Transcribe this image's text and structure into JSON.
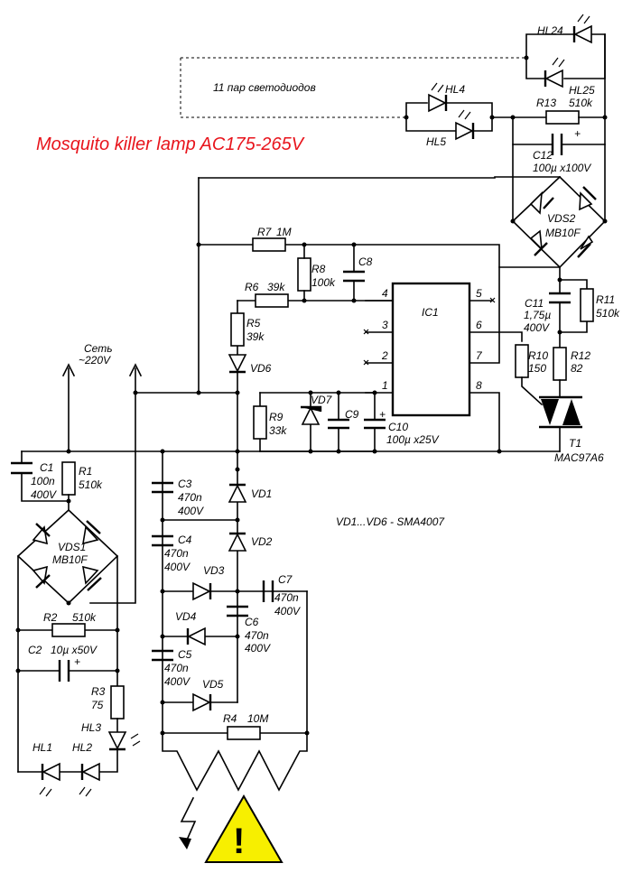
{
  "title": {
    "text": "Mosquito killer lamp AC175-265V",
    "color": "#e8141c"
  },
  "note_leds": "11 пар светодиодов",
  "note_vd": "VD1...VD6 - SMA4007",
  "mains": {
    "line1": "Сеть",
    "line2": "~220V"
  },
  "warning_color": "#f7ef00",
  "warning_mark": "!",
  "labels": {
    "HL24": "HL24",
    "HL25": "HL25",
    "HL4": "HL4",
    "HL5": "HL5",
    "R13": "R13",
    "R13v": "510k",
    "C12": "C12",
    "C12v": "100µ x100V",
    "plus": "+",
    "R7": "R7",
    "R7v": "1M",
    "R8": "R8",
    "R8v": "100k",
    "C8": "C8",
    "R6": "R6",
    "R6v": "39k",
    "R5": "R5",
    "R5v": "39k",
    "VD6": "VD6",
    "VD7": "VD7",
    "R9": "R9",
    "R9v": "33k",
    "C9": "C9",
    "C10": "C10",
    "C10v": "100µ x25V",
    "IC1": "IC1",
    "p1": "1",
    "p2": "2",
    "p3": "3",
    "p4": "4",
    "p5": "5",
    "p6": "6",
    "p7": "7",
    "p8": "8",
    "VDS2": "VDS2",
    "VDS2v": "MB10F",
    "C11": "C11",
    "C11v1": "1,75µ",
    "C11v2": "400V",
    "R11": "R11",
    "R11v": "510k",
    "R10": "R10",
    "R10v": "150",
    "R12": "R12",
    "R12v": "82",
    "T1": "T1",
    "T1v": "MAC97A6",
    "C1": "C1",
    "C1v1": "100n",
    "C1v2": "400V",
    "R1": "R1",
    "R1v": "510k",
    "VDS1": "VDS1",
    "VDS1v": "MB10F",
    "C3": "C3",
    "C3v1": "470n",
    "C3v2": "400V",
    "VD1": "VD1",
    "C4": "C4",
    "C4v1": "470n",
    "C4v2": "400V",
    "VD2": "VD2",
    "VD3": "VD3",
    "C7": "C7",
    "C7v1": "470n",
    "C7v2": "400V",
    "VD4": "VD4",
    "C6": "C6",
    "C6v1": "470n",
    "C6v2": "400V",
    "C5": "C5",
    "C5v1": "470n",
    "C5v2": "400V",
    "VD5": "VD5",
    "R2": "R2",
    "R2v": "510k",
    "C2": "C2",
    "C2v": "10µ x50V",
    "R3": "R3",
    "R3v": "75",
    "HL1": "HL1",
    "HL2": "HL2",
    "HL3": "HL3",
    "R4": "R4",
    "R4v": "10M"
  }
}
